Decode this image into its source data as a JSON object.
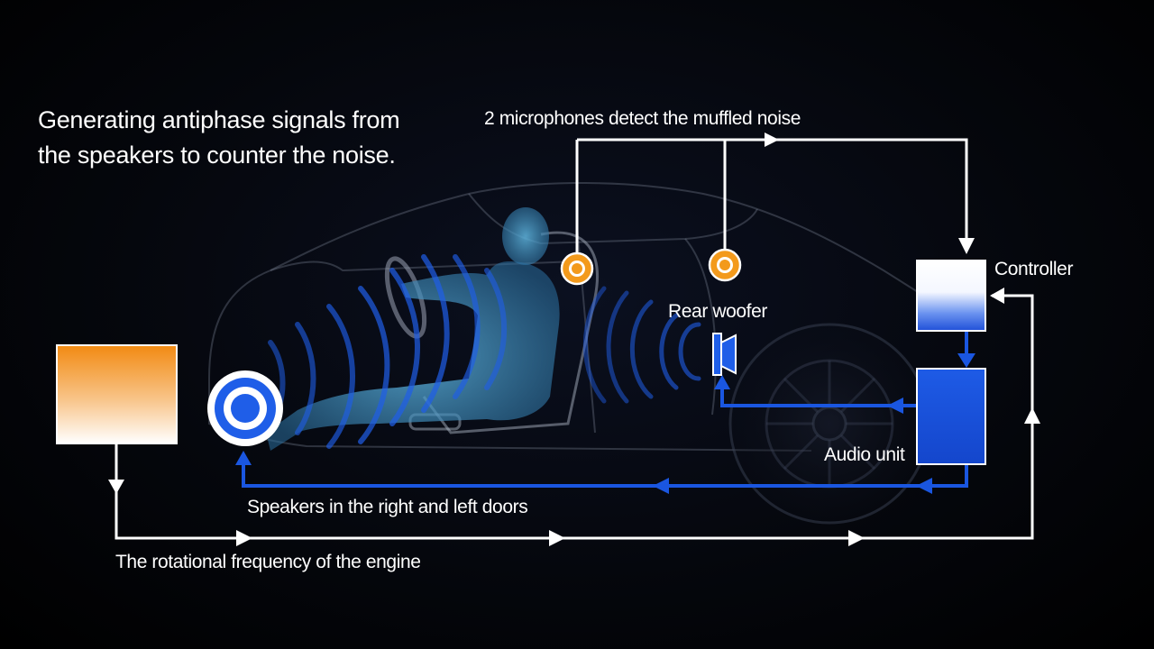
{
  "title": {
    "line1": "Generating antiphase signals from",
    "line2": "the speakers to counter the noise."
  },
  "labels": {
    "microphones": "2 microphones detect the muffled noise",
    "controller": "Controller",
    "rear_woofer": "Rear woofer",
    "audio_unit": "Audio unit",
    "door_speakers": "Speakers in the right and left doors",
    "engine_frequency": "The rotational frequency of the engine"
  },
  "colors": {
    "signal_white": "#ffffff",
    "signal_blue": "#1a56e0",
    "mic_orange": "#f39a1c",
    "engine_orange": "#f28a12",
    "speaker_blue": "#1f5ee8",
    "background": "#000000"
  },
  "icons": {
    "microphone": "microphone-icon",
    "door_speaker": "speaker-icon",
    "rear_woofer": "woofer-icon"
  }
}
